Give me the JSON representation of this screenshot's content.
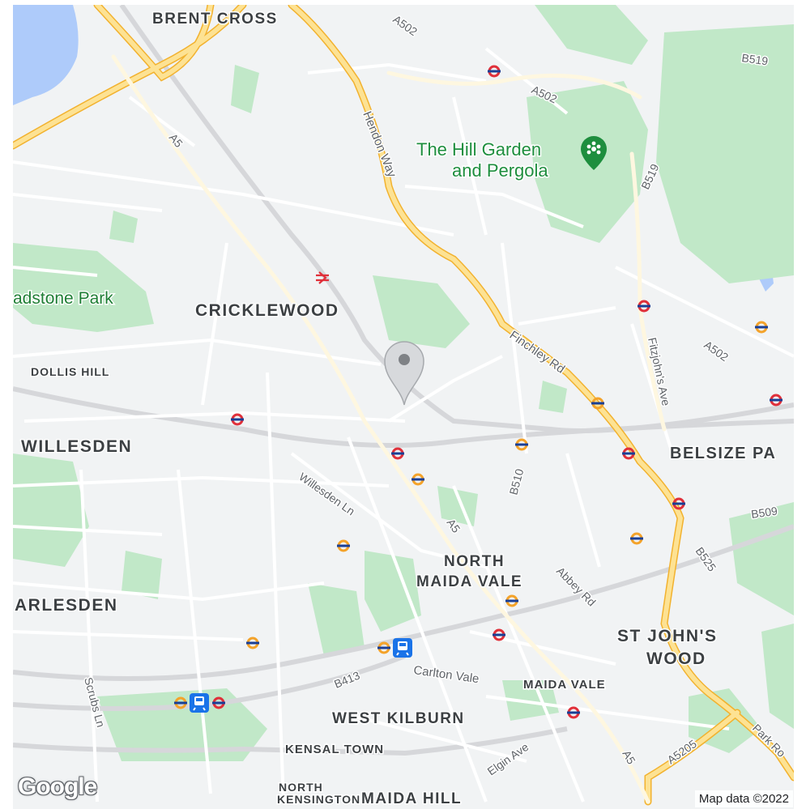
{
  "map": {
    "areas": {
      "brent_cross": "BRENT CROSS",
      "cricklewood": "CRICKLEWOOD",
      "dollis_hill": "DOLLIS HILL",
      "willesden": "WILLESDEN",
      "belsize_park": "BELSIZE PA",
      "harlesden": "ARLESDEN",
      "north_maida_vale_1": "NORTH",
      "north_maida_vale_2": "MAIDA VALE",
      "st_johns_wood_1": "ST JOHN'S",
      "st_johns_wood_2": "WOOD",
      "maida_vale": "MAIDA VALE",
      "west_kilburn": "WEST KILBURN",
      "kensal_town": "KENSAL TOWN",
      "north_kensington_1": "NORTH",
      "north_kensington_2": "KENSINGTON",
      "maida_hill": "MAIDA HILL"
    },
    "roads": {
      "a502_top": "A502",
      "a502_mid": "A502",
      "a502_right": "A502",
      "b519_top": "B519",
      "b519_mid": "B519",
      "a5_top": "A5",
      "a5_mid": "A5",
      "a5_bottom": "A5",
      "hendon_way": "Hendon Way",
      "finchley_rd": "Finchley Rd",
      "fitzjohns_ave": "Fitzjohn's Ave",
      "willesden_ln": "Willesden Ln",
      "b510": "B510",
      "b509": "B509",
      "b525": "B525",
      "abbey_rd": "Abbey Rd",
      "b413": "B413",
      "carlton_vale": "Carlton Vale",
      "scrubs_ln": "Scrubs Ln",
      "elgin_ave": "Elgin Ave",
      "a5205": "A5205",
      "park_rd": "Park Ro"
    },
    "parks": {
      "hill_garden_1": "The Hill Garden",
      "hill_garden_2": "and Pergola",
      "gladstone_park": "adstone Park"
    },
    "icons": {
      "marker": "location-pin-icon",
      "underground": "underground-icon",
      "overground": "overground-icon",
      "rail": "national-rail-icon",
      "train": "train-station-icon",
      "park_poi": "park-poi-icon"
    },
    "colors": {
      "land": "#f1f3f4",
      "street": "#ffffff",
      "major_road": "#fde293",
      "major_road_edge": "#f2b22f",
      "park": "#c1e8c8",
      "park_dark": "#a8dab5",
      "water": "#aecbfa",
      "rail": "#d6d7da",
      "underground": "#e0303a",
      "overground": "#f4a32a"
    }
  },
  "footer": {
    "logo": "Google",
    "attribution": "Map data ©2022"
  }
}
